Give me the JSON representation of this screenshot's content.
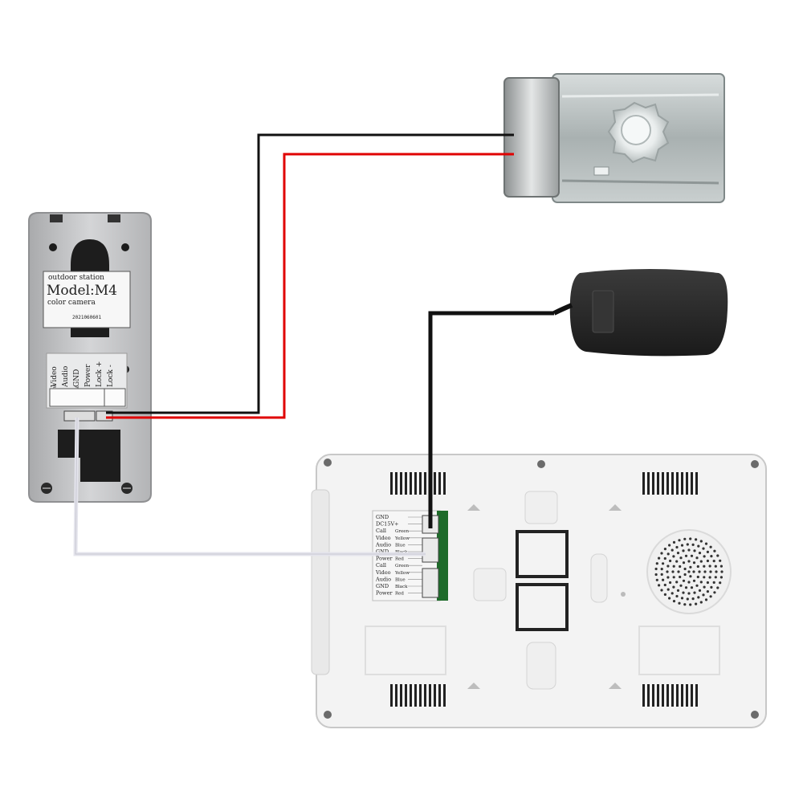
{
  "outdoor_station": {
    "header": "outdoor station",
    "model": "Model:M4",
    "camera": "color camera",
    "serial": "2021060601",
    "terminals": [
      {
        "name": "Lock +",
        "color": ""
      },
      {
        "name": "Lock -",
        "color": ""
      },
      {
        "name": "Power",
        "color": "Red"
      },
      {
        "name": "GND",
        "color": "Black"
      },
      {
        "name": "Audio",
        "color": "Blue"
      },
      {
        "name": "Video",
        "color": "Yellow"
      }
    ]
  },
  "monitor": {
    "terminals": [
      {
        "name": "GND",
        "color": ""
      },
      {
        "name": "DC15V+",
        "color": ""
      },
      {
        "name": "Call",
        "color": "Green"
      },
      {
        "name": "Video",
        "color": "Yellow"
      },
      {
        "name": "Audio",
        "color": "Blue"
      },
      {
        "name": "GND",
        "color": "Black"
      },
      {
        "name": "Power",
        "color": "Red"
      },
      {
        "name": "Call",
        "color": "Green"
      },
      {
        "name": "Video",
        "color": "Yellow"
      },
      {
        "name": "Audio",
        "color": "Blue"
      },
      {
        "name": "GND",
        "color": "Black"
      },
      {
        "name": "Power",
        "color": "Red"
      }
    ]
  },
  "colors": {
    "wire_black": "#111111",
    "wire_red": "#e00000",
    "wire_signal": "#e4e4ec",
    "adapter_body": "#2b2b2b",
    "panel_metal": "#c9cacc",
    "monitor_body": "#f2f2f2",
    "lock_body": "#b8bdbd"
  },
  "icons": [
    "speaker-grille-icon",
    "screw-icon",
    "knob-icon",
    "vent-slots-icon"
  ]
}
